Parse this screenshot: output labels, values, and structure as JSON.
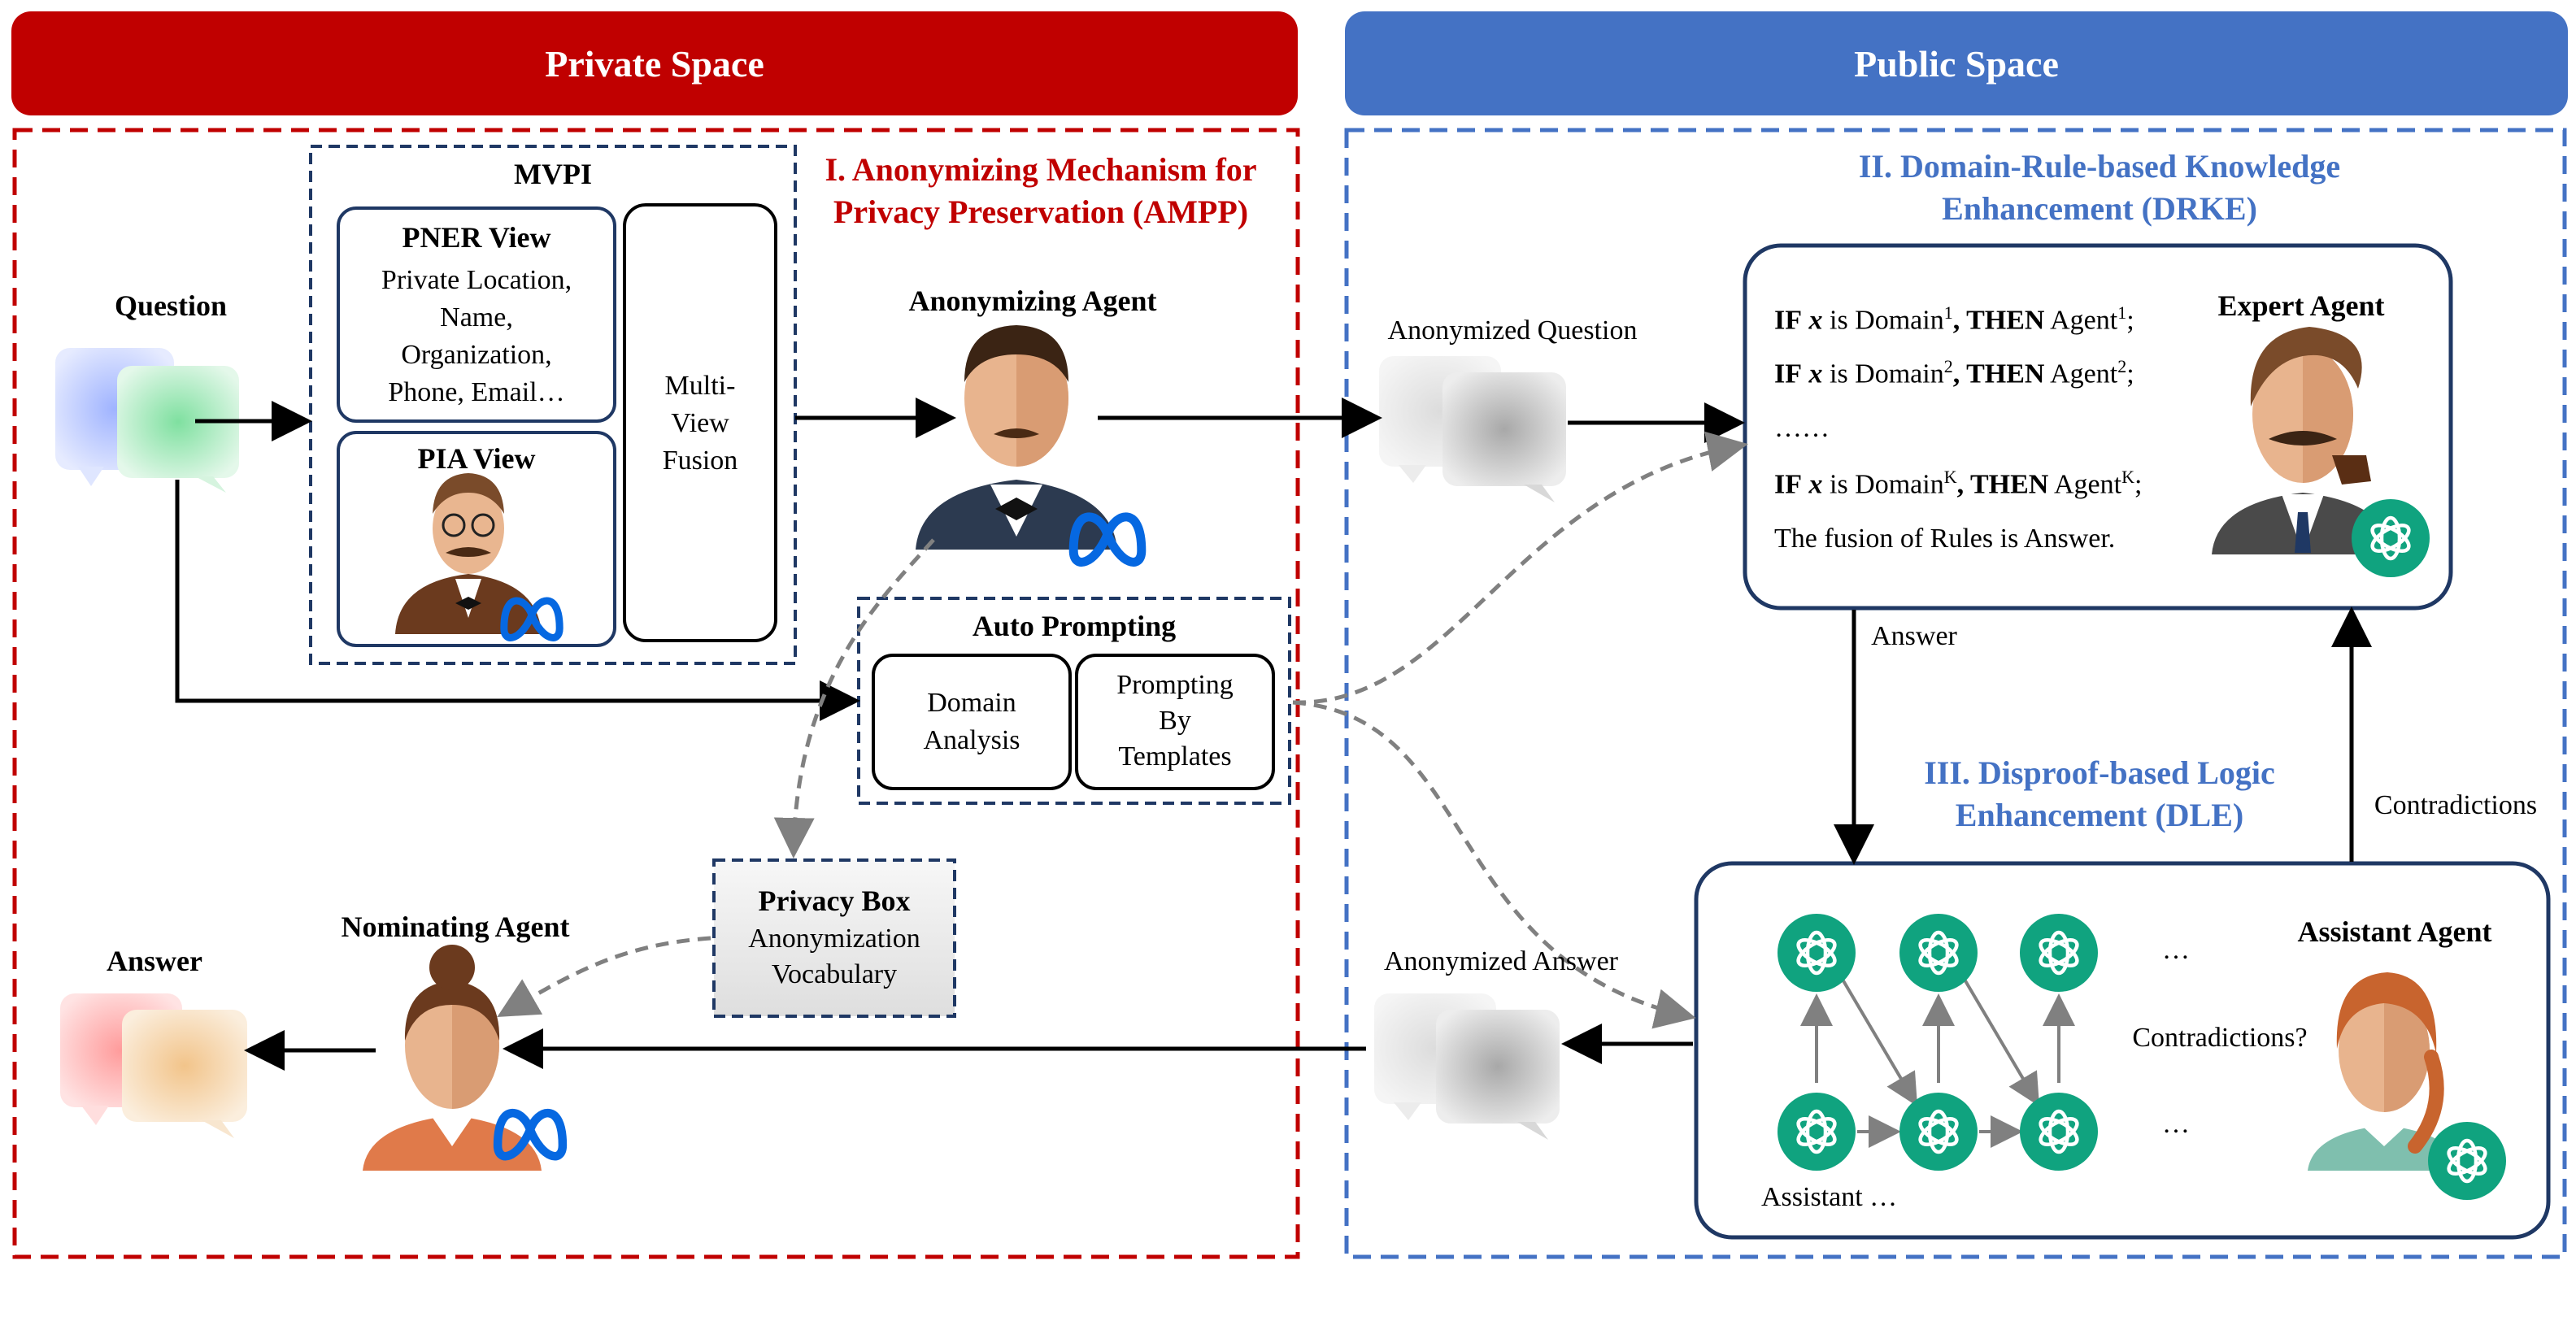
{
  "headers": {
    "private": "Private Space",
    "public": "Public Space"
  },
  "sections": {
    "ampp": [
      "I. Anonymizing Mechanism for",
      "Privacy Preservation (AMPP)"
    ],
    "drke": [
      "II. Domain-Rule-based Knowledge",
      "Enhancement (DRKE)"
    ],
    "dle": [
      "III. Disproof-based Logic",
      "Enhancement (DLE)"
    ]
  },
  "private": {
    "question_label": "Question",
    "answer_label": "Answer",
    "mvpi": {
      "title": "MVPI",
      "pner_title": "PNER View",
      "pner_lines": [
        "Private Location,",
        "Name,",
        "Organization,",
        "Phone, Email…"
      ],
      "pia_title": "PIA View",
      "fusion_lines": [
        "Multi-",
        "View",
        "Fusion"
      ]
    },
    "anonymizing_agent": "Anonymizing Agent",
    "auto_prompting": {
      "title": "Auto Prompting",
      "domain_lines": [
        "Domain",
        "Analysis"
      ],
      "templates_lines": [
        "Prompting",
        "By",
        "Templates"
      ]
    },
    "privacy_box": {
      "title": "Privacy Box",
      "lines": [
        "Anonymization",
        "Vocabulary"
      ]
    },
    "nominating_agent": "Nominating Agent"
  },
  "public": {
    "anonymized_question": "Anonymized Question",
    "anonymized_answer": "Anonymized Answer",
    "expert_agent": "Expert Agent",
    "rules": {
      "r1": {
        "if": "IF",
        "x": "x",
        "is": "is Domain",
        "sup1": "1",
        "then": ", THEN",
        "agent": "Agent",
        "sup2": "1",
        "end": ";"
      },
      "r2": {
        "if": "IF",
        "x": "x",
        "is": "is Domain",
        "sup1": "2",
        "then": ", THEN",
        "agent": "Agent",
        "sup2": "2",
        "end": ";"
      },
      "dots": "……",
      "rk": {
        "if": "IF",
        "x": "x",
        "is": "is Domain",
        "sup1": "K",
        "then": ", THEN",
        "agent": "Agent",
        "sup2": "K",
        "end": ";"
      },
      "fusion": "The fusion of Rules is Answer."
    },
    "answer_arrow_label": "Answer",
    "contradictions_label": "Contradictions",
    "assistant_agent": "Assistant Agent",
    "contradictions_question": "Contradictions?",
    "dots_top": "…",
    "dots_bottom": "…",
    "assistant_caption": "Assistant …"
  },
  "colors": {
    "private_red": "#c00000",
    "public_blue": "#4472c4",
    "navy": "#1f3864",
    "gpt_green": "#10a37f",
    "meta_blue": "#0668e1"
  },
  "icons": [
    "chat-bubbles-icon",
    "avatar-icon",
    "meta-logo-icon",
    "openai-logo-icon"
  ]
}
